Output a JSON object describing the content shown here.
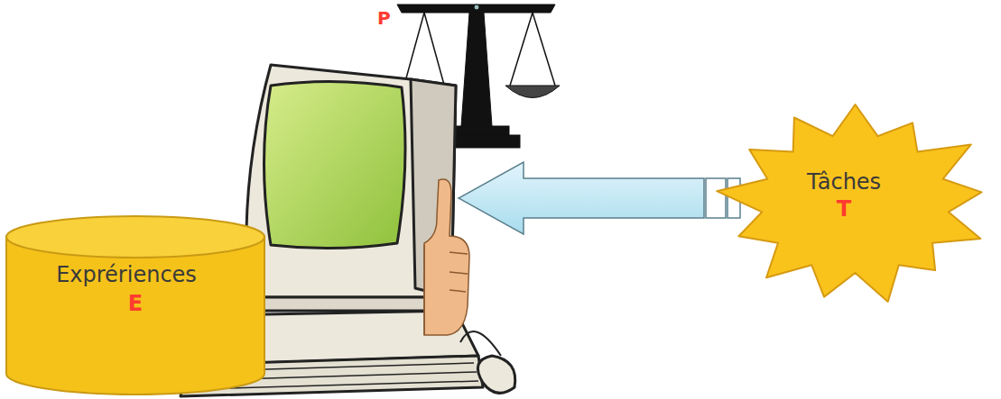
{
  "diagram": {
    "nodes": [
      {
        "text": [
          "Exprériences",
          "E"
        ]
      },
      {
        "text": [
          "Tâches",
          "T"
        ]
      }
    ],
    "labels": [
      "P"
    ]
  }
}
